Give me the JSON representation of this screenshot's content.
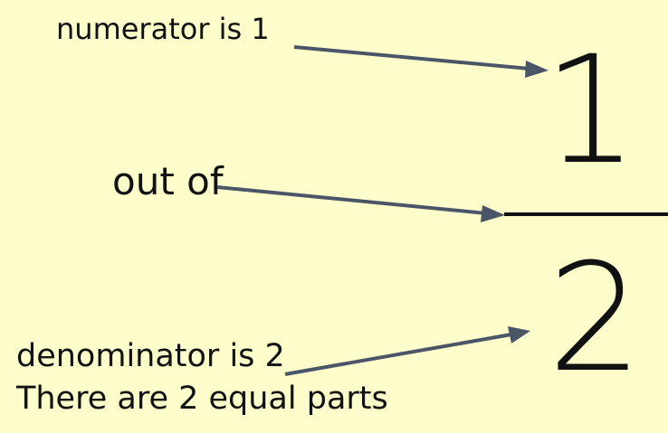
{
  "labels": {
    "numerator": "numerator is 1",
    "out_of": "out of",
    "denominator": "denominator is 2",
    "parts": "There are 2 equal parts"
  },
  "fraction": {
    "numerator": "1",
    "denominator": "2"
  },
  "colors": {
    "background": "#fdfdcb",
    "arrow": "#4a5568"
  }
}
